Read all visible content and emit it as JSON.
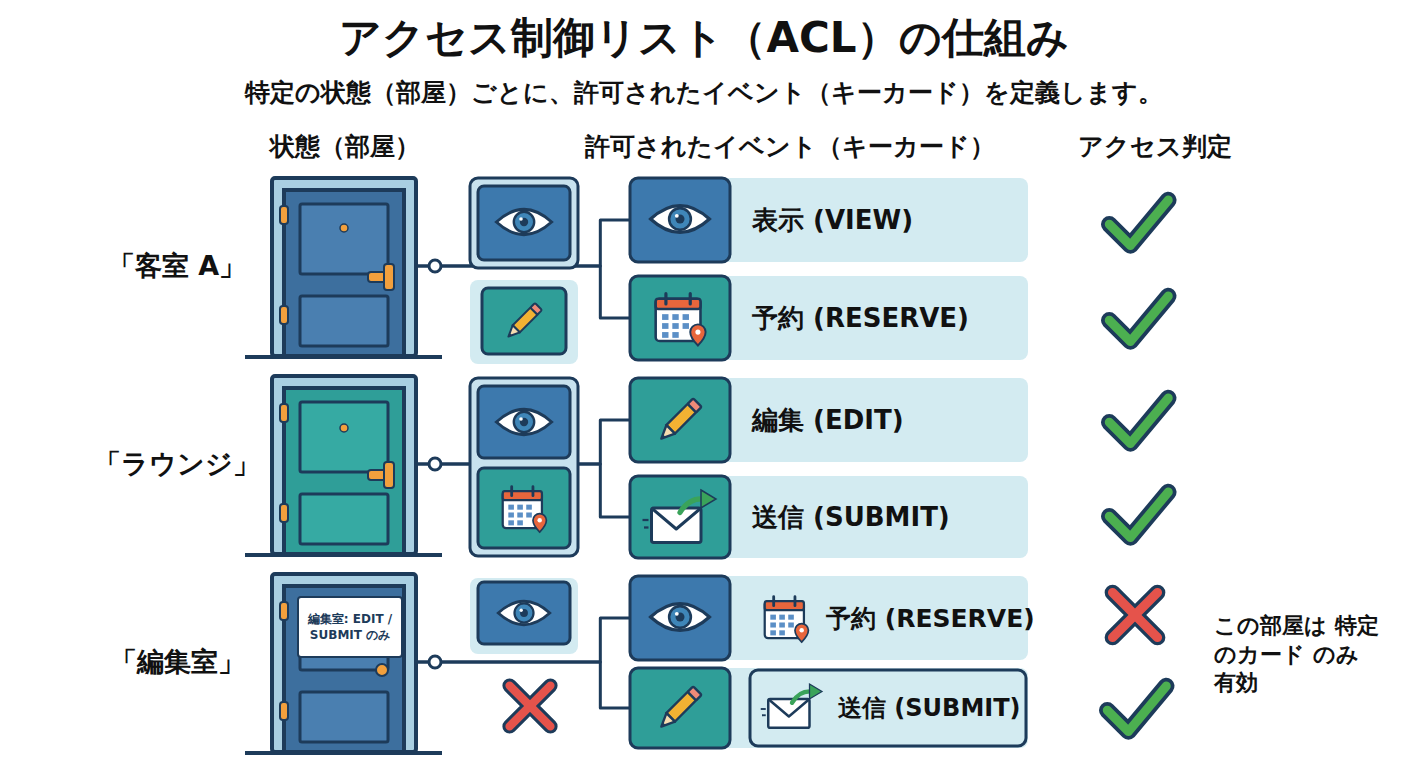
{
  "diagram": {
    "title": "アクセス制御リスト（ACL）の仕組み",
    "nodes": [
      {
        "text": [
          "「客室 A」"
        ]
      },
      {
        "text": [
          "表示 (VIEW)"
        ]
      },
      {
        "text": [
          "予約 (RESERVE)"
        ]
      },
      {
        "text": [
          "「ラウンジ」"
        ]
      },
      {
        "text": [
          "編集 (EDIT)"
        ]
      },
      {
        "text": [
          "送信 (SUBMIT)"
        ]
      },
      {
        "text": [
          "「編集室」",
          "編集室: EDIT / SUBMIT のみ"
        ]
      },
      {
        "text": [
          "予約 (RESERVE)"
        ]
      },
      {
        "text": [
          "送信 (SUBMIT)"
        ]
      }
    ],
    "edges": [
      {
        "from": 0,
        "to": 1,
        "arrow": "none"
      },
      {
        "from": 0,
        "to": 2,
        "arrow": "none"
      },
      {
        "from": 3,
        "to": 4,
        "arrow": "none"
      },
      {
        "from": 3,
        "to": 5,
        "arrow": "none"
      },
      {
        "from": 6,
        "to": 7,
        "arrow": "none"
      },
      {
        "from": 6,
        "to": 8,
        "arrow": "none"
      }
    ],
    "labels": [
      "特定の状態（部屋）ごとに、許可されたイベント（キーカード）を定義します。",
      "状態（部屋）",
      "許可されたイベント（キーカード）",
      "アクセス判定",
      "この部屋は 特定のカード のみ有効"
    ]
  }
}
